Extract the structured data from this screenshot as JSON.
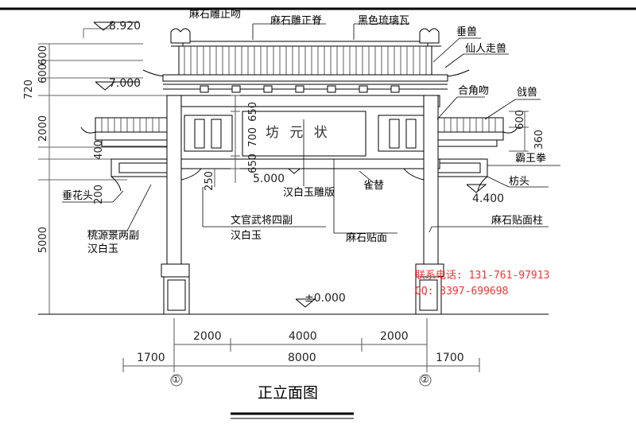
{
  "title": "正立面图",
  "plaque_text": "坊 元 状",
  "elevations": {
    "top": "8.920",
    "eave": "7.000",
    "beam": "5.000",
    "side": "4.400",
    "ground": "±0.000"
  },
  "labels": {
    "chiwen_top": "麻石雕止吻",
    "main_ridge": "麻石雕正脊",
    "glazed_tile": "黑色琉璃瓦",
    "chuishou": "垂兽",
    "xianren": "仙人走兽",
    "hejiao": "合角吻",
    "qiangshou": "戗兽",
    "bawangquan": "霸王拳",
    "fangtou": "枋头",
    "queti": "雀替",
    "hanbaiyu_board": "汉白玉雕版",
    "chuihuatou": "垂花头",
    "taoyuan_1": "桃源景两副",
    "taoyuan_2": "汉白玉",
    "wenguan_1": "文官武将四副",
    "wenguan_2": "汉白玉",
    "mashi_tiemian": "麻石贴面",
    "mashi_zhu": "麻石贴面柱"
  },
  "contact": {
    "phone": "联系电话: 131-761-97913",
    "qq": "QQ: 3397-699698"
  },
  "left_dims": {
    "d600a": "600",
    "d600b": "600",
    "d720": "720",
    "d2000": "2000",
    "d400": "400",
    "d200": "200",
    "d5000": "5000"
  },
  "mid_dims": {
    "d650a": "650",
    "d700": "700",
    "d650b": "650",
    "d250": "250"
  },
  "right_dims": {
    "d600": "600",
    "d360": "360"
  },
  "bottom_dims": {
    "row1": [
      "2000",
      "4000",
      "2000"
    ],
    "row2": [
      "1700",
      "8000",
      "1700"
    ],
    "axis": [
      "①",
      "②"
    ]
  },
  "colors": {
    "line": "#000000",
    "grid": "#555555",
    "watermark": "#ff3030"
  }
}
